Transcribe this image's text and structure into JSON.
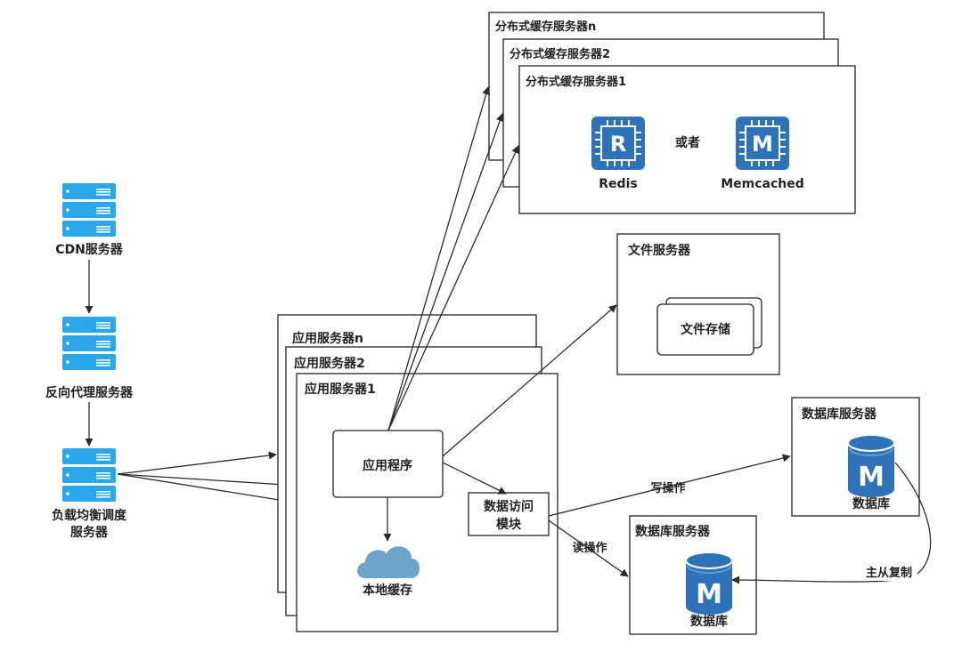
{
  "diagram": {
    "cdn_label": "CDN服务器",
    "reverse_proxy_label": "反向代理服务器",
    "load_balancer_label_line1": "负载均衡调度",
    "load_balancer_label_line2": "服务器",
    "app_server_n": "应用服务器n",
    "app_server_2": "应用服务器2",
    "app_server_1": "应用服务器1",
    "app_program": "应用程序",
    "data_access_line1": "数据访问",
    "data_access_line2": "模块",
    "local_cache": "本地缓存",
    "cache_server_n": "分布式缓存服务器n",
    "cache_server_2": "分布式缓存服务器2",
    "cache_server_1": "分布式缓存服务器1",
    "redis_label": "Redis",
    "or_label": "或者",
    "memcached_label": "Memcached",
    "redis_glyph": "R",
    "memcached_glyph": "M",
    "file_server": "文件服务器",
    "file_storage": "文件存储",
    "db_server_master": "数据库服务器",
    "db_server_slave": "数据库服务器",
    "db_label_master": "数据库",
    "db_label_slave": "数据库",
    "db_glyph": "M",
    "write_op": "写操作",
    "read_op": "读操作",
    "replication": "主从复制"
  },
  "colors": {
    "server_icon": "#2aa7ea",
    "chip_blue": "#2e73b8",
    "cloud": "#6fa4c8",
    "db_blue": "#2e73b8"
  }
}
